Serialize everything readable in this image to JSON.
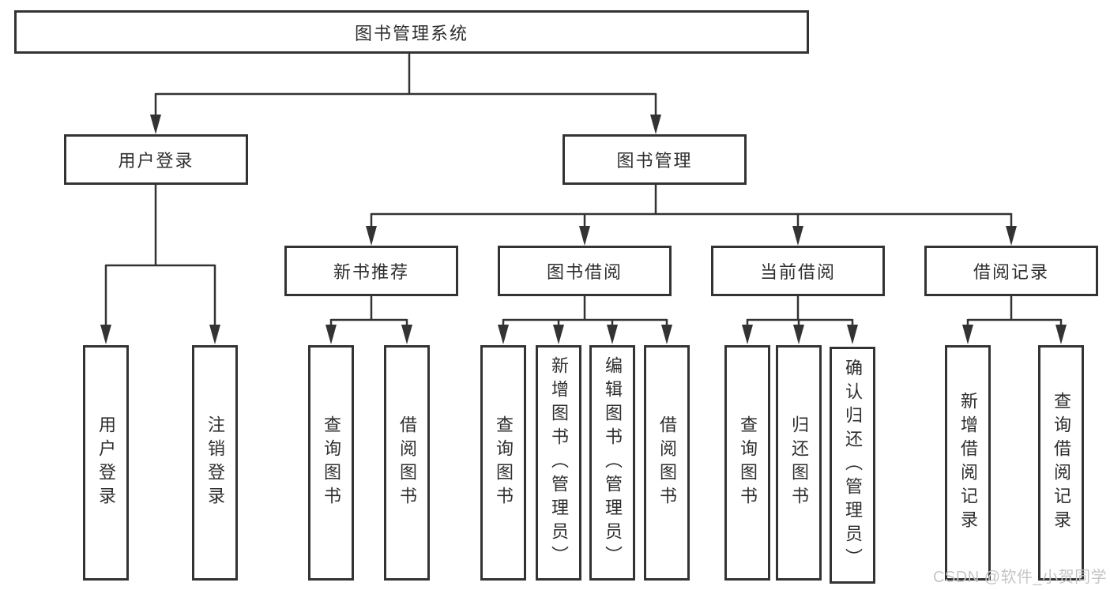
{
  "diagram": {
    "root": {
      "label": "图书管理系统"
    },
    "level2": [
      {
        "id": "user-login",
        "label": "用户登录"
      },
      {
        "id": "book-management",
        "label": "图书管理"
      }
    ],
    "level3": [
      {
        "id": "new-book-recommend",
        "label": "新书推荐"
      },
      {
        "id": "book-borrow",
        "label": "图书借阅"
      },
      {
        "id": "current-borrow",
        "label": "当前借阅"
      },
      {
        "id": "borrow-records",
        "label": "借阅记录"
      }
    ],
    "leaves": [
      {
        "id": "user-login",
        "parent": "用户登录",
        "label": "用户登录"
      },
      {
        "id": "logout",
        "parent": "用户登录",
        "label": "注销登录"
      },
      {
        "id": "query-books-recommend",
        "parent": "新书推荐",
        "label": "查询图书"
      },
      {
        "id": "borrow-books-recommend",
        "parent": "新书推荐",
        "label": "借阅图书"
      },
      {
        "id": "query-books-borrow",
        "parent": "图书借阅",
        "label": "查询图书"
      },
      {
        "id": "add-book-admin",
        "parent": "图书借阅",
        "label": "新增图书（管理员）"
      },
      {
        "id": "edit-book-admin",
        "parent": "图书借阅",
        "label": "编辑图书（管理员）"
      },
      {
        "id": "borrow-books-borrow",
        "parent": "图书借阅",
        "label": "借阅图书"
      },
      {
        "id": "query-books-current",
        "parent": "当前借阅",
        "label": "查询图书"
      },
      {
        "id": "return-book",
        "parent": "当前借阅",
        "label": "归还图书"
      },
      {
        "id": "confirm-return-admin",
        "parent": "当前借阅",
        "label": "确认归还（管理员）"
      },
      {
        "id": "add-borrow-record",
        "parent": "借阅记录",
        "label": "新增借阅记录"
      },
      {
        "id": "query-borrow-record",
        "parent": "借阅记录",
        "label": "查询借阅记录"
      }
    ]
  },
  "watermark": {
    "text": "CSDN @软件_小贺同学"
  },
  "colors": {
    "line": "#333333",
    "text": "#2e2e2e",
    "watermark": "#c6c6c6",
    "background": "#ffffff"
  }
}
